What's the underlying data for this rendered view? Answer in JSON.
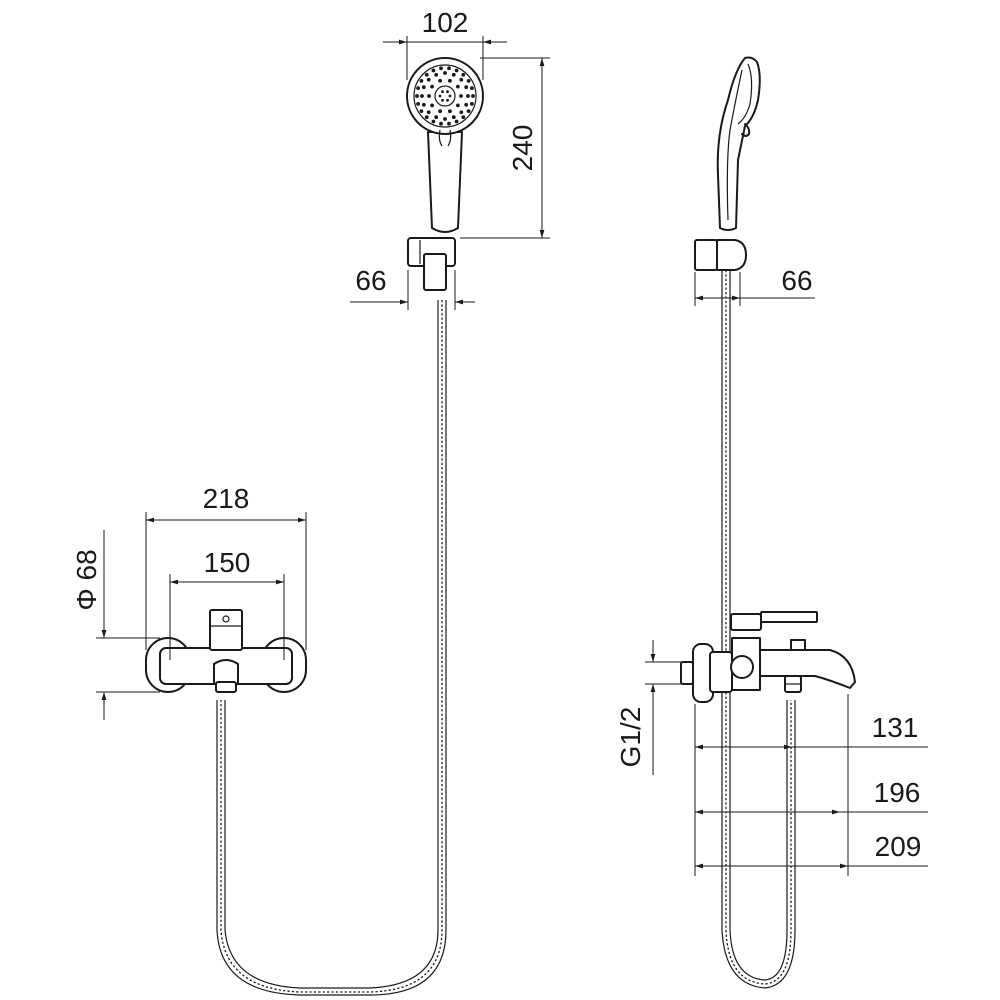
{
  "dimensions": {
    "head_width": "102",
    "head_height": "240",
    "holder_front": "66",
    "holder_side": "66",
    "mixer_width": "218",
    "mixer_centers": "150",
    "mixer_diameter": "Φ 68",
    "inlet_thread": "G1/2",
    "spout_131": "131",
    "spout_196": "196",
    "spout_209": "209"
  }
}
